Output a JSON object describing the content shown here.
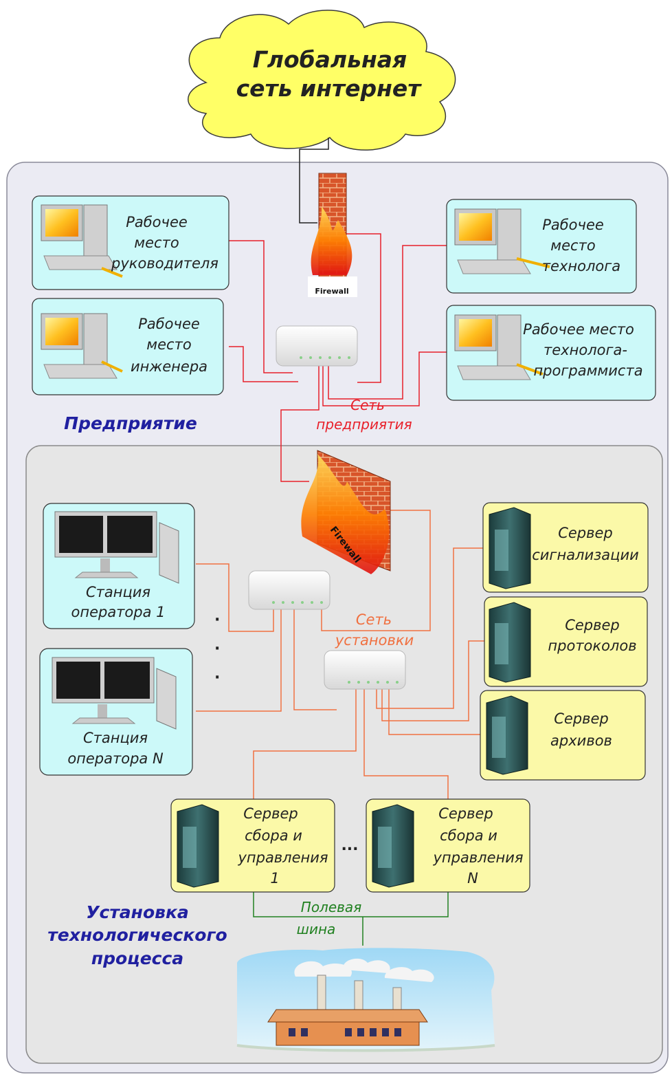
{
  "internet": {
    "line1": "Глобальная",
    "line2": "сеть интернет"
  },
  "firewall": {
    "label": "Firewall"
  },
  "enterprise": {
    "title": "Предприятие",
    "network_line1": "Сеть",
    "network_line2": "предприятия",
    "workstations": [
      {
        "lines": [
          "Рабочее",
          "место",
          "руководителя"
        ]
      },
      {
        "lines": [
          "Рабочее",
          "место",
          "инженера"
        ]
      },
      {
        "lines": [
          "Рабочее",
          "место",
          "технолога"
        ]
      },
      {
        "lines": [
          "Рабочее место",
          "технолога-",
          "программиста"
        ]
      }
    ]
  },
  "plant": {
    "title_lines": [
      "Установка",
      "технологического",
      "процесса"
    ],
    "network_line1": "Сеть",
    "network_line2": "установки",
    "fieldbus_line1": "Полевая",
    "fieldbus_line2": "шина",
    "stations": [
      {
        "lines": [
          "Станция",
          "оператора 1"
        ]
      },
      {
        "lines": [
          "Станция",
          "оператора N"
        ]
      }
    ],
    "servers": [
      {
        "lines": [
          "Сервер",
          "сигнализации"
        ]
      },
      {
        "lines": [
          "Сервер",
          "протоколов"
        ]
      },
      {
        "lines": [
          "Сервер",
          "архивов"
        ]
      }
    ],
    "control_servers": [
      {
        "lines": [
          "Сервер",
          "сбора и",
          "управления",
          "1"
        ]
      },
      {
        "lines": [
          "Сервер",
          "сбора и",
          "управления",
          "N"
        ]
      }
    ],
    "ellipsis_h": "...",
    "vdots": [
      "·",
      "·",
      "·"
    ]
  },
  "colors": {
    "enterprise_bg": "#ebebf3",
    "plant_bg": "#e6e6e6",
    "cyan_box": "#ccf9f9",
    "yellow_box": "#fbf9a8",
    "cloud": "#ffff66",
    "red_link": "#e8202a",
    "orange_link": "#f07040",
    "green_link": "#208020",
    "blue_title": "#2020a0"
  }
}
